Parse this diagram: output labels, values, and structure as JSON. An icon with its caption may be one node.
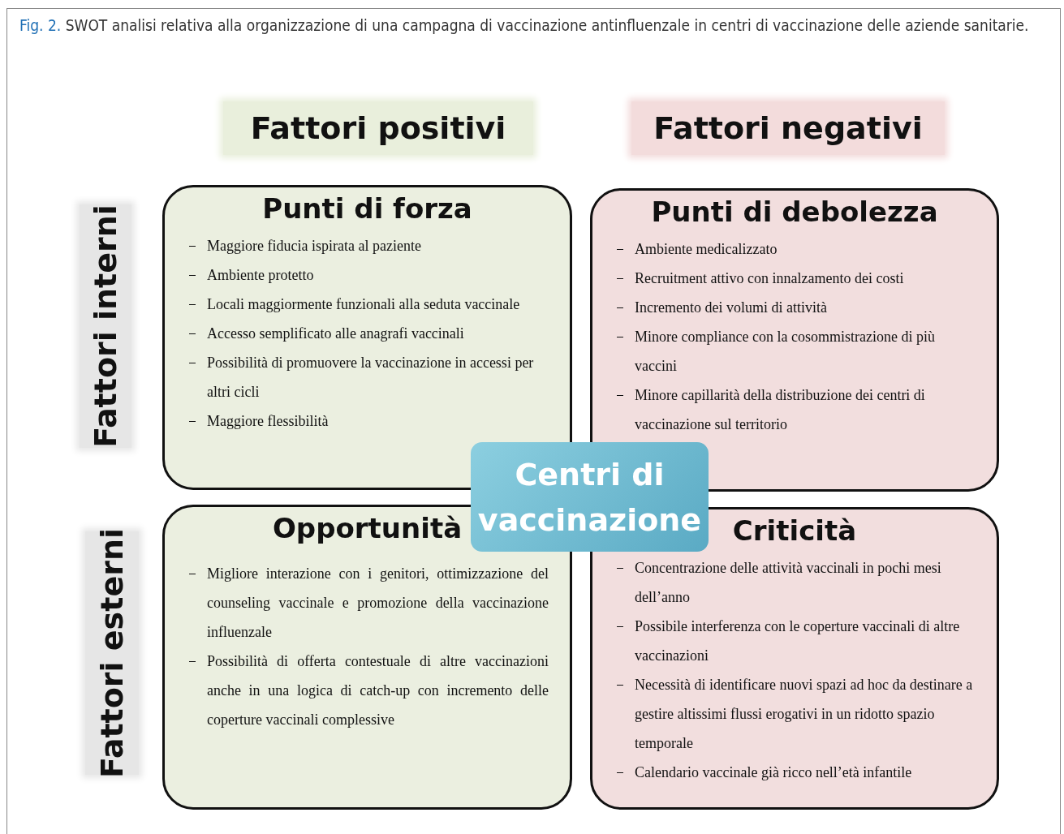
{
  "diagram": {
    "caption": "**Fig. 2.** SWOT analisi relativa alla organizzazione di una campagna di vaccinazione antinfluenzale in centri di vaccinazione delle aziende sanitarie.",
    "nodes": [
      {
        "text": [
          "Fattori positivi"
        ]
      },
      {
        "text": [
          "Fattori negativi"
        ]
      },
      {
        "text": [
          "Fattori interni"
        ]
      },
      {
        "text": [
          "Punti di forza",
          "Maggiore fiducia ispirata al paziente",
          "Ambiente protetto",
          "Locali maggiormente funzionali alla seduta vaccinale",
          "Accesso semplificato alle anagrafi vaccinali",
          "Possibilità di promuovere la vaccinazione in accessi per altri cicli",
          "Maggiore flessibilità"
        ]
      },
      {
        "text": [
          "Punti di debolezza",
          "Ambiente medicalizzato",
          "Recruitment attivo con innalzamento dei costi",
          "Incremento dei volumi di attività",
          "Minore compliance con la cosommistrazione di più vaccini",
          "Minore capillarità della distribuzione dei centri di vaccinazione sul territorio"
        ]
      },
      {
        "text": [
          "Centri di vaccinazione"
        ]
      },
      {
        "text": [
          "Fattori esterni"
        ]
      },
      {
        "text": [
          "Opportunità",
          "Migliore interazione con i genitori, ottimizzazione del counseling vaccinale e promozione della vaccinazione influenzale",
          "Possibilità di offerta contestuale di altre vaccinazioni anche in una logica di catch-up con incremento delle coperture vaccinali complessive"
        ]
      },
      {
        "text": [
          "Criticità",
          "Concentrazione delle attività vaccinali in pochi mesi dell’anno",
          "Possibile interferenza con le coperture vaccinali di altre vaccinazioni",
          "Necessità di identificare nuovi spazi ad hoc da destinare a gestire altissimi flussi erogativi in un ridotto spazio temporale",
          "Calendario vaccinale già ricco nell’età infantile"
        ]
      }
    ]
  }
}
